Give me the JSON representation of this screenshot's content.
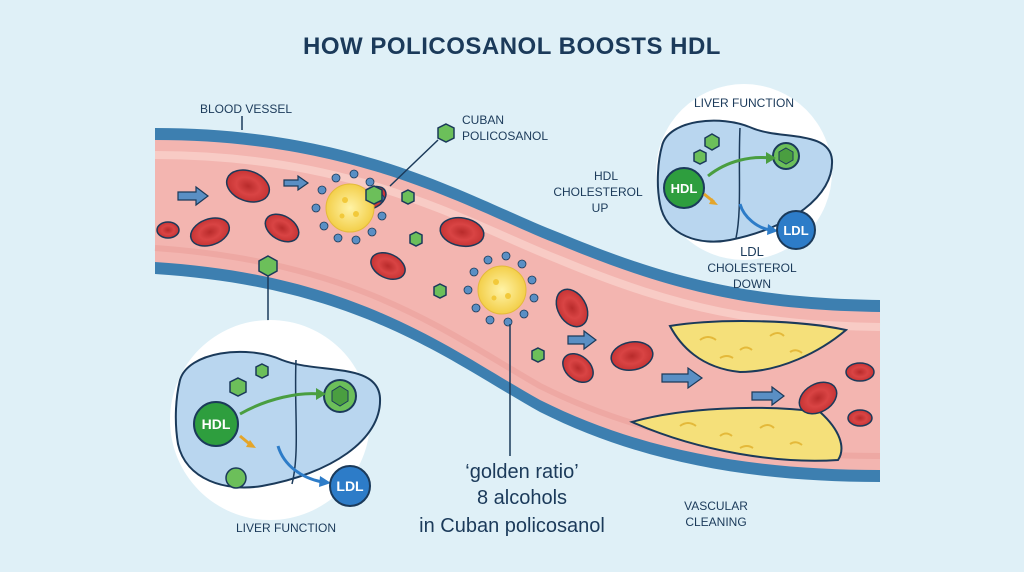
{
  "title": "HOW POLICOSANOL BOOSTS HDL",
  "labels": {
    "blood_vessel": "BLOOD VESSEL",
    "policosanol_line1": "CUBAN",
    "policosanol_line2": "POLICOSANOL",
    "liver_function_top": "LIVER FUNCTION",
    "hdl_up_line1": "HDL",
    "hdl_up_line2": "CHOLESTEROL",
    "hdl_up_line3": "UP",
    "ldl_down_line1": "LDL",
    "ldl_down_line2": "CHOLESTEROL",
    "ldl_down_line3": "DOWN",
    "liver_function_bottom": "LIVER FUNCTION",
    "golden_line1": "‘golden ratio’",
    "golden_line2": "8 alcohols",
    "golden_line3": "in Cuban policosanol",
    "vascular_line1": "VASCULAR",
    "vascular_line2": "CLEANING"
  },
  "badges": {
    "hdl": "HDL",
    "ldl": "LDL"
  },
  "colors": {
    "background": "#dff0f7",
    "vessel_wall": "#3d7fb0",
    "vessel_lumen": "#f3b5b0",
    "red_cell": "#d94444",
    "plaque": "#f5e07a",
    "hdl_green": "#2e9e3e",
    "ldl_blue": "#2d7cc8",
    "policosanol_green": "#6cbf5a",
    "liver": "#b9d6ef",
    "title": "#1b3a5a"
  }
}
